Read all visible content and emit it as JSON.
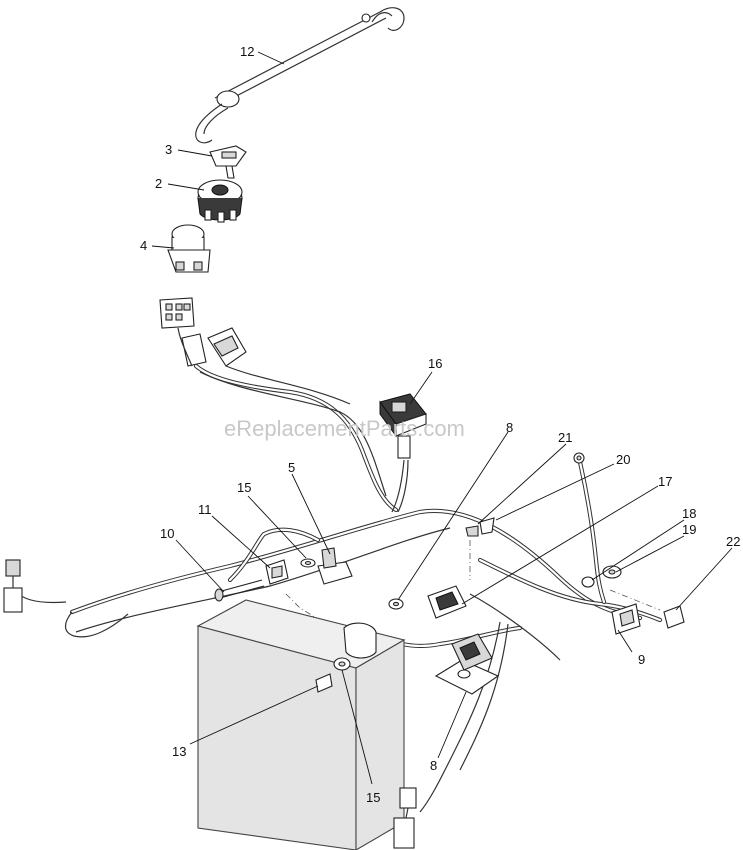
{
  "watermark": "eReplacementParts.com",
  "callouts": {
    "c12": "12",
    "c3": "3",
    "c2": "2",
    "c4": "4",
    "c16": "16",
    "c8a": "8",
    "c21": "21",
    "c20": "20",
    "c5": "5",
    "c15a": "15",
    "c11": "11",
    "c17": "17",
    "c18": "18",
    "c19": "19",
    "c10": "10",
    "c22": "22",
    "c9": "9",
    "c13": "13",
    "c8b": "8",
    "c15b": "15"
  }
}
